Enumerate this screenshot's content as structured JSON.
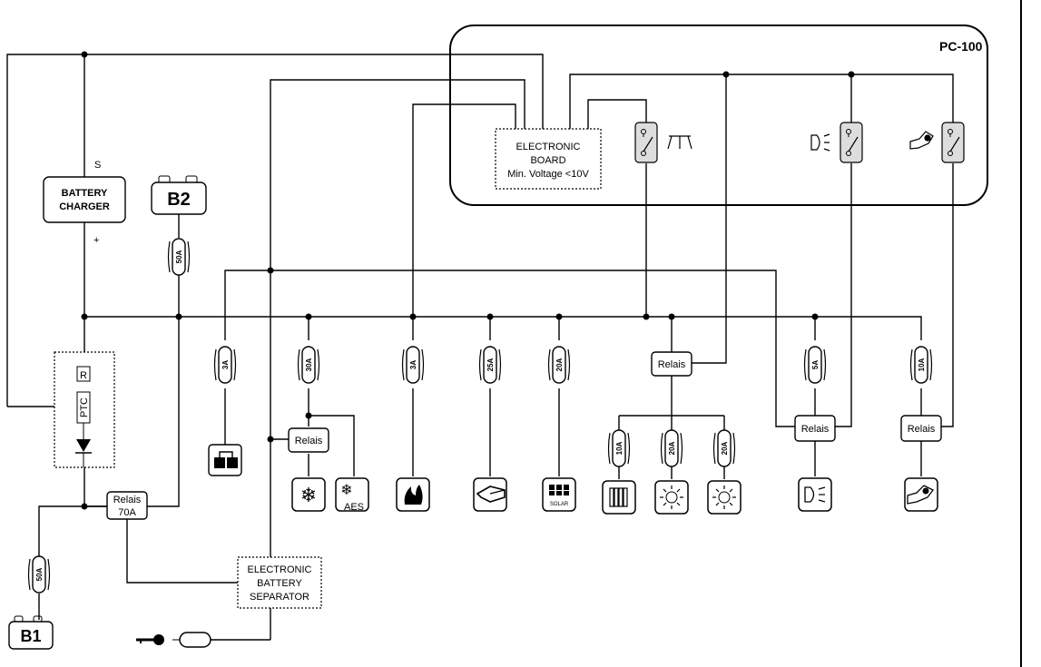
{
  "title": "PC-100",
  "electronic_board": {
    "line1": "ELECTRONIC",
    "line2": "BOARD",
    "line3": "Min. Voltage <10V"
  },
  "battery_charger": {
    "line1": "BATTERY",
    "line2": "CHARGER",
    "pin_s": "S",
    "pin_plus": "+"
  },
  "b2": "B2",
  "b1": "B1",
  "ptc_r": "R",
  "ptc": "PTC",
  "separator": {
    "line1": "ELECTRONIC",
    "line2": "BATTERY",
    "line3": "SEPARATOR"
  },
  "relay_main": {
    "line1": "Relais",
    "line2": "70A"
  },
  "relay_label": "Relais",
  "aes": "AES",
  "solar": "SOLAR",
  "fuses": {
    "b2_fuse": "50A",
    "b1_fuse": "50A",
    "f_outlet": "3A",
    "f_fridge": "30A",
    "f_heater": "3A",
    "f_step": "25A",
    "f_solar": "20A",
    "f_radiator": "10A",
    "f_lamp_a": "20A",
    "f_lamp_b": "20A",
    "f_light": "5A",
    "f_pump": "10A"
  },
  "icons": [
    "switch-icon",
    "ceiling-lamp-icon",
    "headlight-icon",
    "water-pump-icon",
    "battery-icon",
    "snowflake-icon",
    "flame-icon",
    "step-icon",
    "solar-panel-icon",
    "radiator-icon",
    "lamp-icon",
    "key-icon",
    "diode-icon"
  ]
}
